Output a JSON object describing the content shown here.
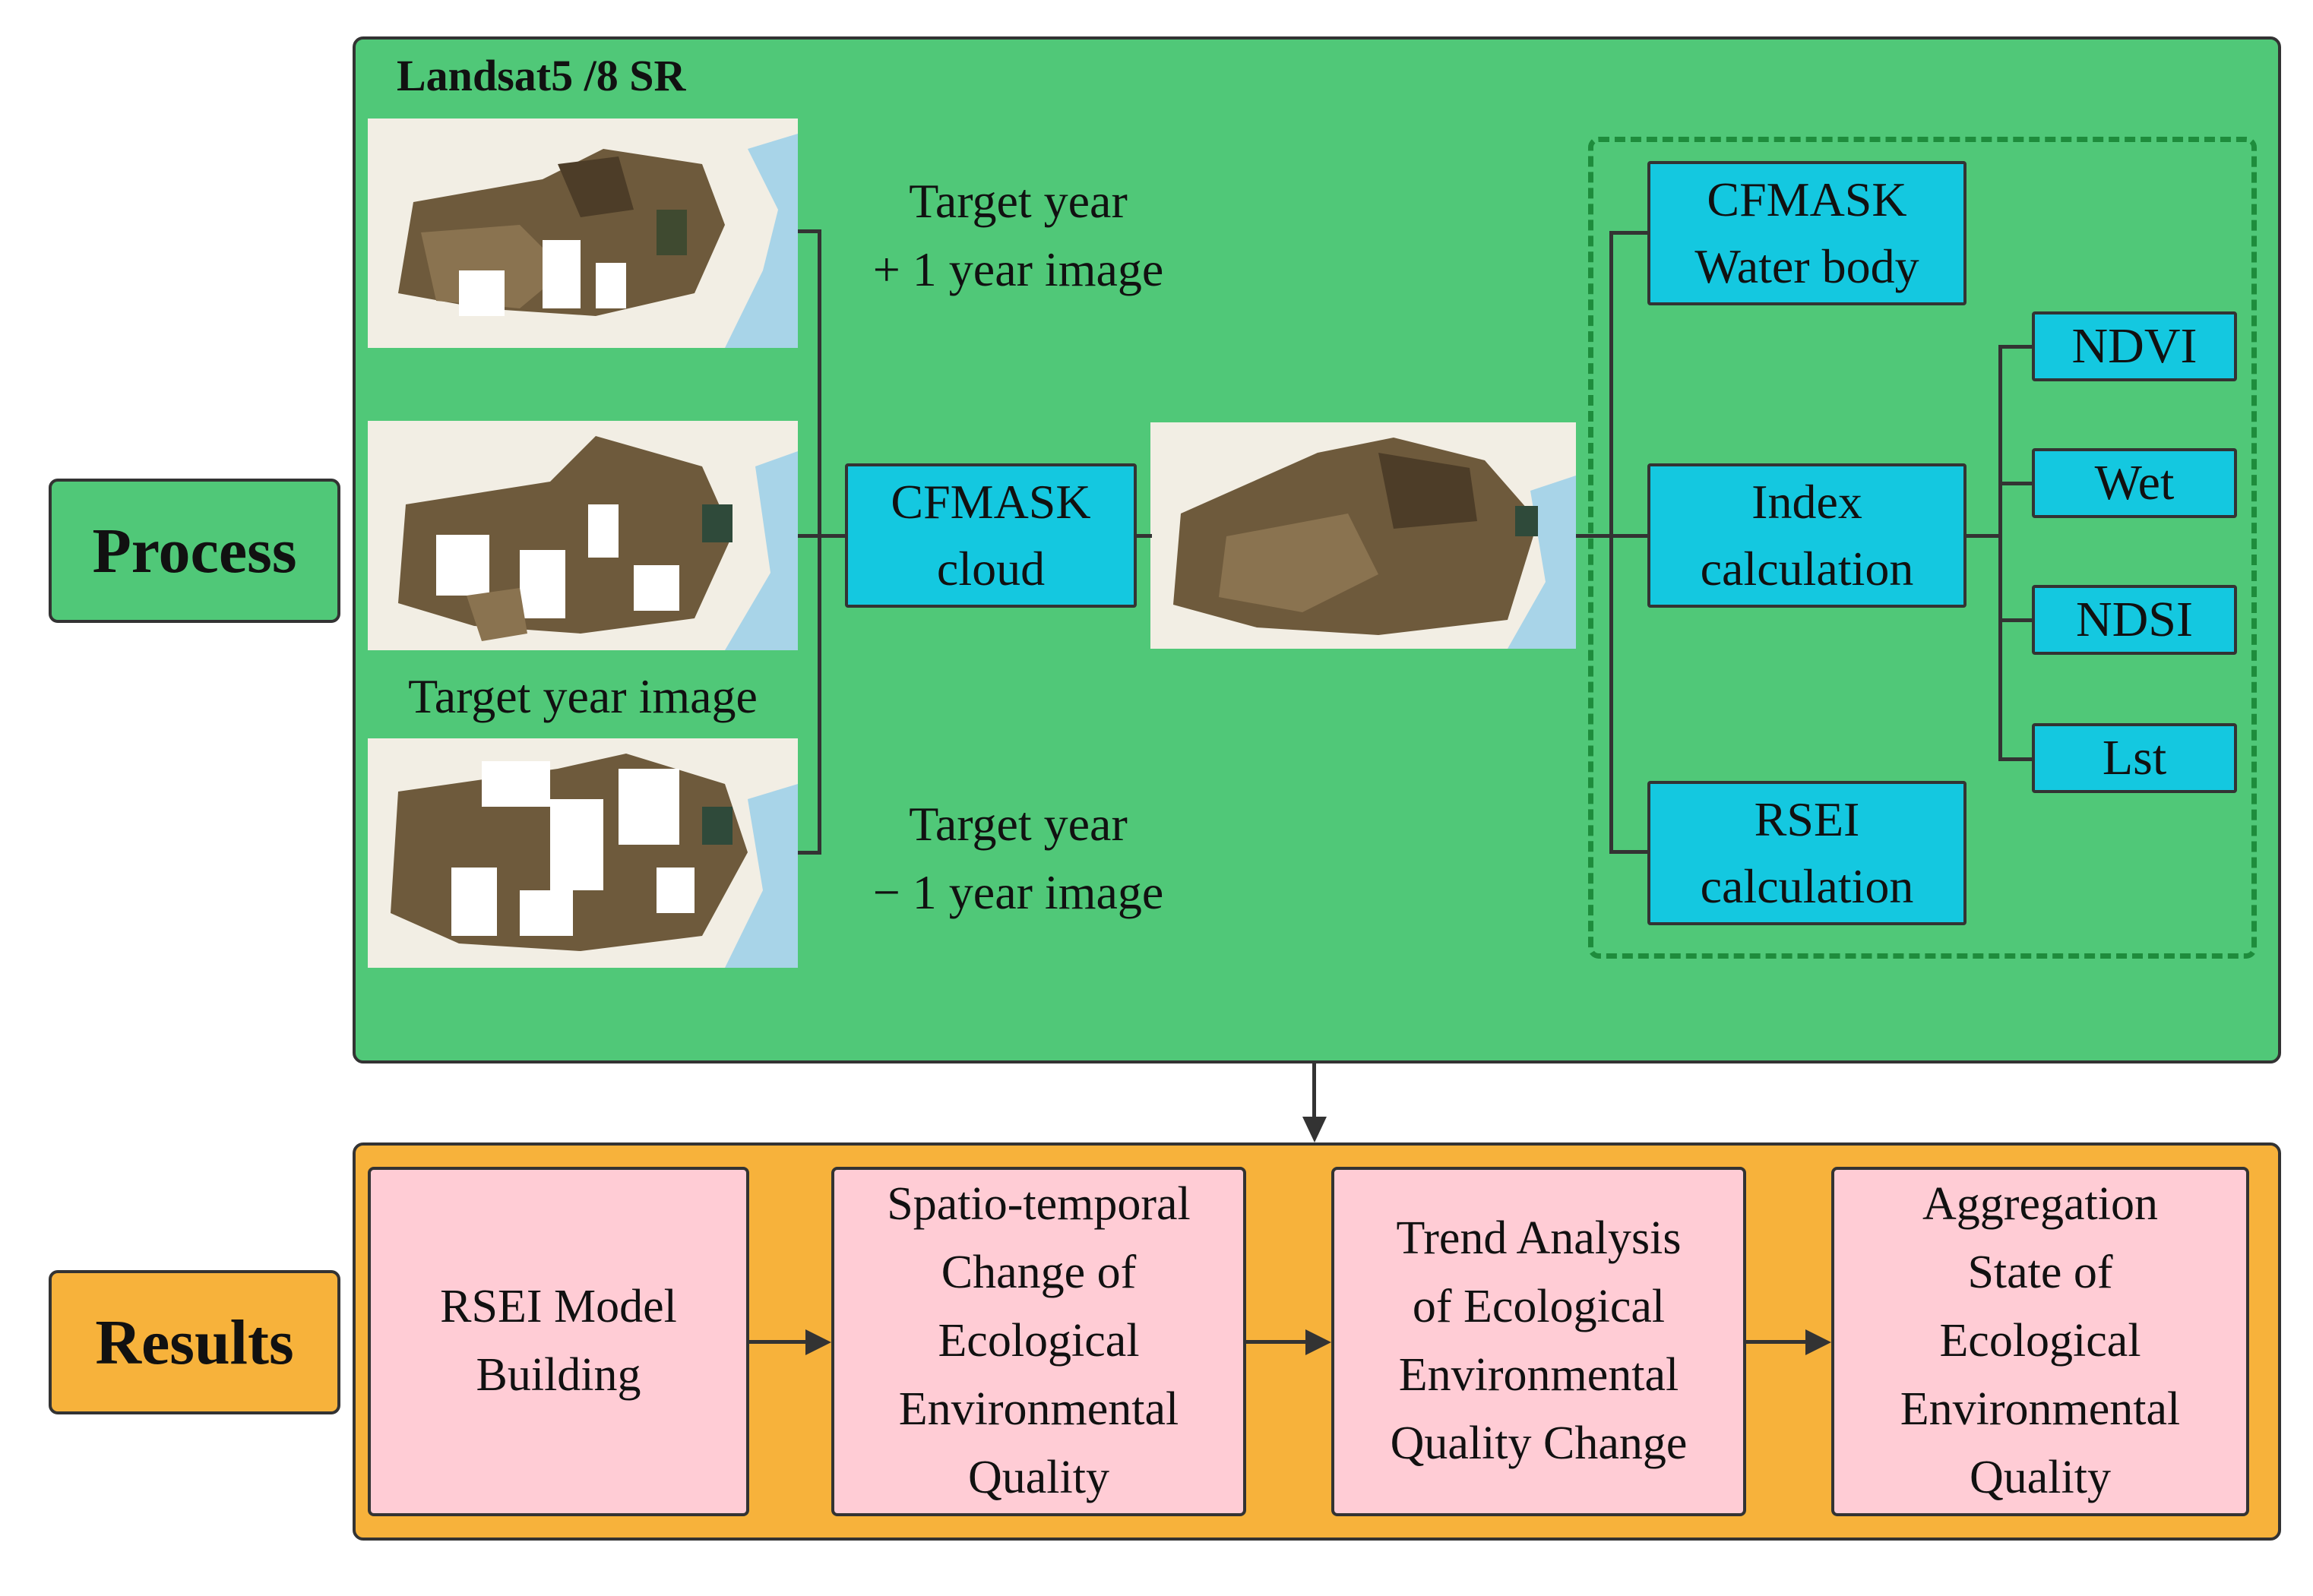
{
  "process_label": "Process",
  "results_label": "Results",
  "process_panel": {
    "title": "Landsat5 /8  SR",
    "images": {
      "plus": [
        "Target year",
        "+ 1 year image"
      ],
      "target": "Target year image",
      "minus": [
        "Target year",
        "− 1 year image"
      ]
    },
    "cfmask_cloud": [
      "CFMASK",
      "cloud"
    ],
    "cfmask_water": [
      "CFMASK",
      "Water body"
    ],
    "index_calc": [
      "Index",
      "calculation"
    ],
    "rsei_calc": [
      "RSEI",
      "calculation"
    ],
    "indices": [
      "NDVI",
      "Wet",
      "NDSI",
      "Lst"
    ]
  },
  "results": [
    [
      "RSEI Model",
      "Building"
    ],
    [
      "Spatio-temporal",
      "Change of",
      "Ecological",
      "Environmental",
      "Quality"
    ],
    [
      "Trend Analysis",
      "of Ecological",
      "Environmental",
      "Quality Change"
    ],
    [
      "Aggregation",
      "State of",
      "Ecological",
      "Environmental",
      "Quality"
    ]
  ],
  "colors": {
    "process_green": "#50c878",
    "results_orange": "#f7b23b",
    "box_cyan": "#14c8e0",
    "box_pink": "#ffccd5",
    "dashed_green": "#1e8c3c"
  }
}
